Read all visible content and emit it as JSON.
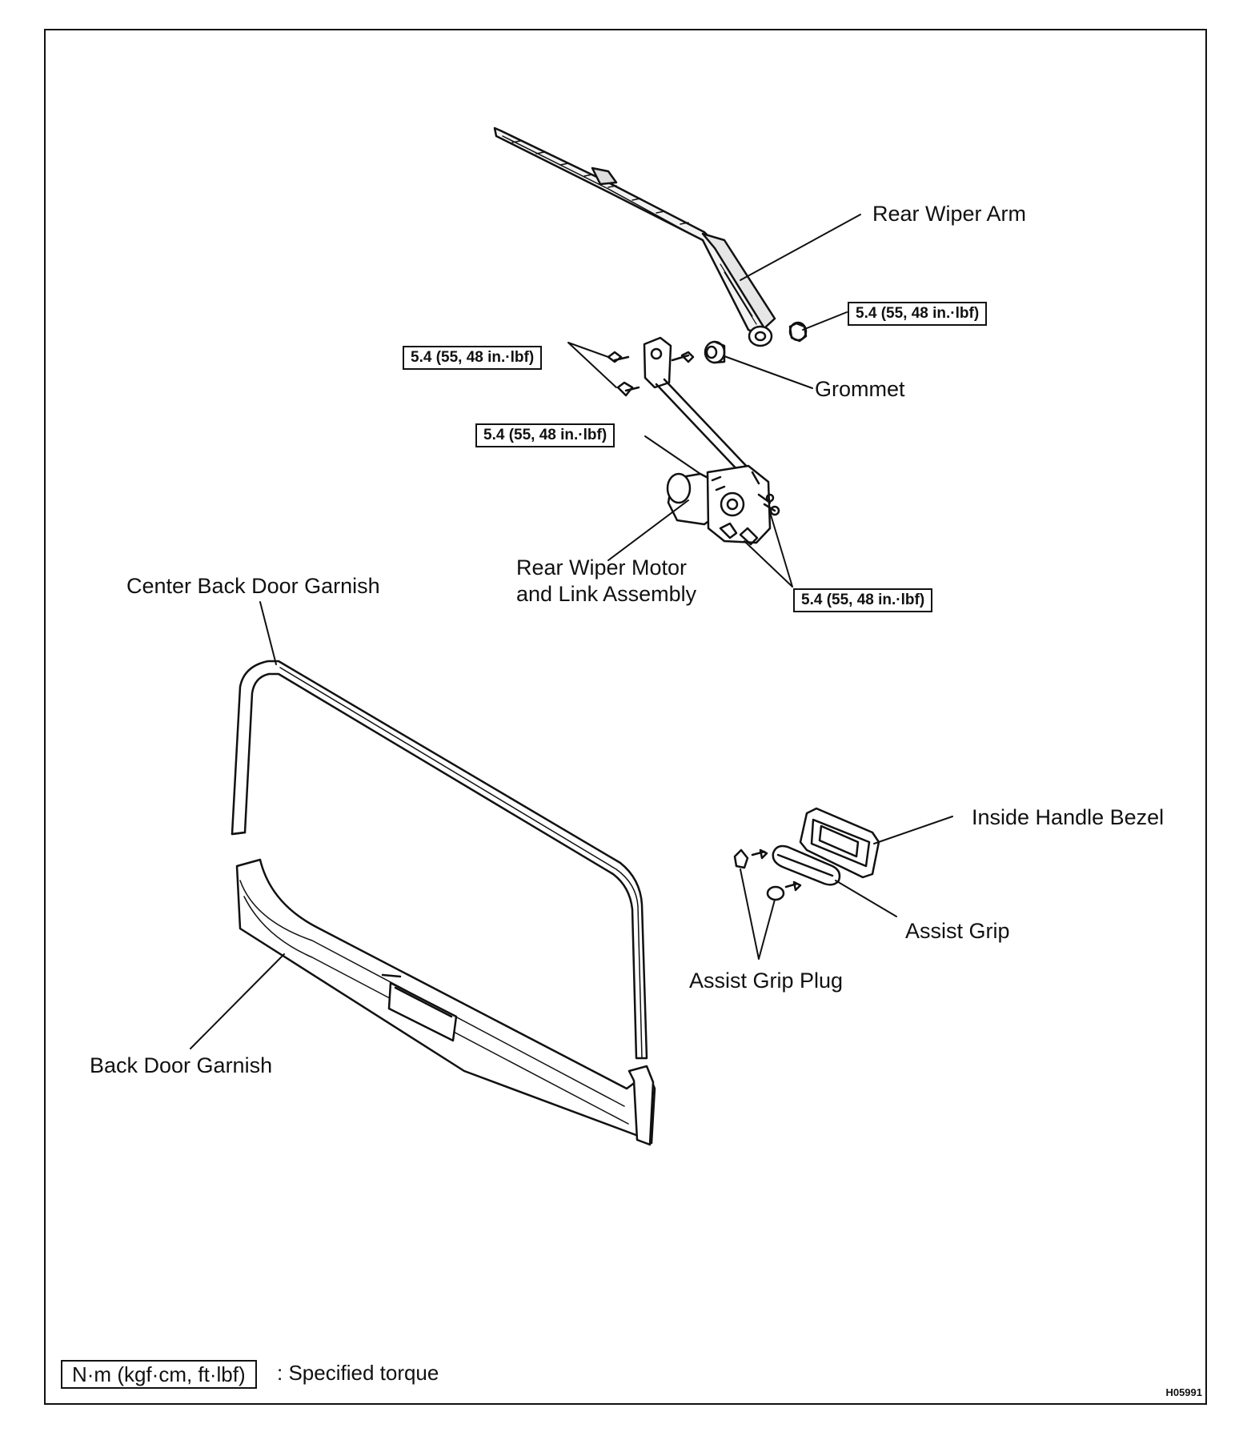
{
  "labels": {
    "rear_wiper_arm": "Rear Wiper Arm",
    "grommet": "Grommet",
    "rear_wiper_motor_line1": "Rear Wiper Motor",
    "rear_wiper_motor_line2": "and Link Assembly",
    "center_back_door_garnish": "Center Back Door Garnish",
    "back_door_garnish": "Back Door Garnish",
    "inside_handle_bezel": "Inside Handle Bezel",
    "assist_grip": "Assist Grip",
    "assist_grip_plug": "Assist Grip Plug"
  },
  "torques": {
    "arm_nut": "5.4 (55, 48 in.·lbf)",
    "pivot_bolts": "5.4 (55, 48 in.·lbf)",
    "motor_upper": "5.4 (55, 48 in.·lbf)",
    "motor_lower": "5.4 (55, 48 in.·lbf)"
  },
  "legend": {
    "unit_box": "N·m (kgf·cm, ft·lbf)",
    "description": ": Specified torque"
  },
  "figure_code": "H05991"
}
